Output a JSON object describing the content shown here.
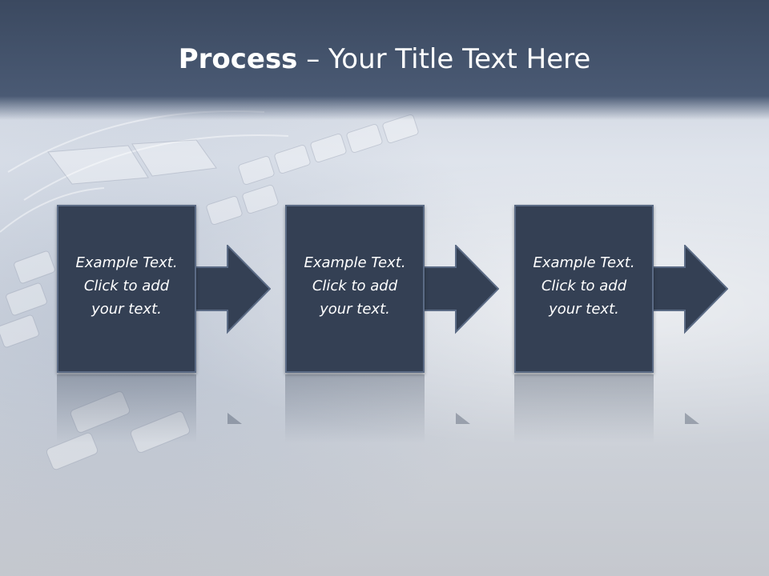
{
  "title": {
    "bold": "Process",
    "rest": " – Your Title Text Here"
  },
  "steps": [
    {
      "line1": "Example Text.",
      "line2": "Click  to add",
      "line3": "your text."
    },
    {
      "line1": "Example Text.",
      "line2": "Click  to add",
      "line3": "your text."
    },
    {
      "line1": "Example Text.",
      "line2": "Click  to add",
      "line3": "your text."
    }
  ],
  "colors": {
    "box_fill": "#344054",
    "box_border": "#5b6b85",
    "header": "#3b4960",
    "text": "#ffffff"
  }
}
